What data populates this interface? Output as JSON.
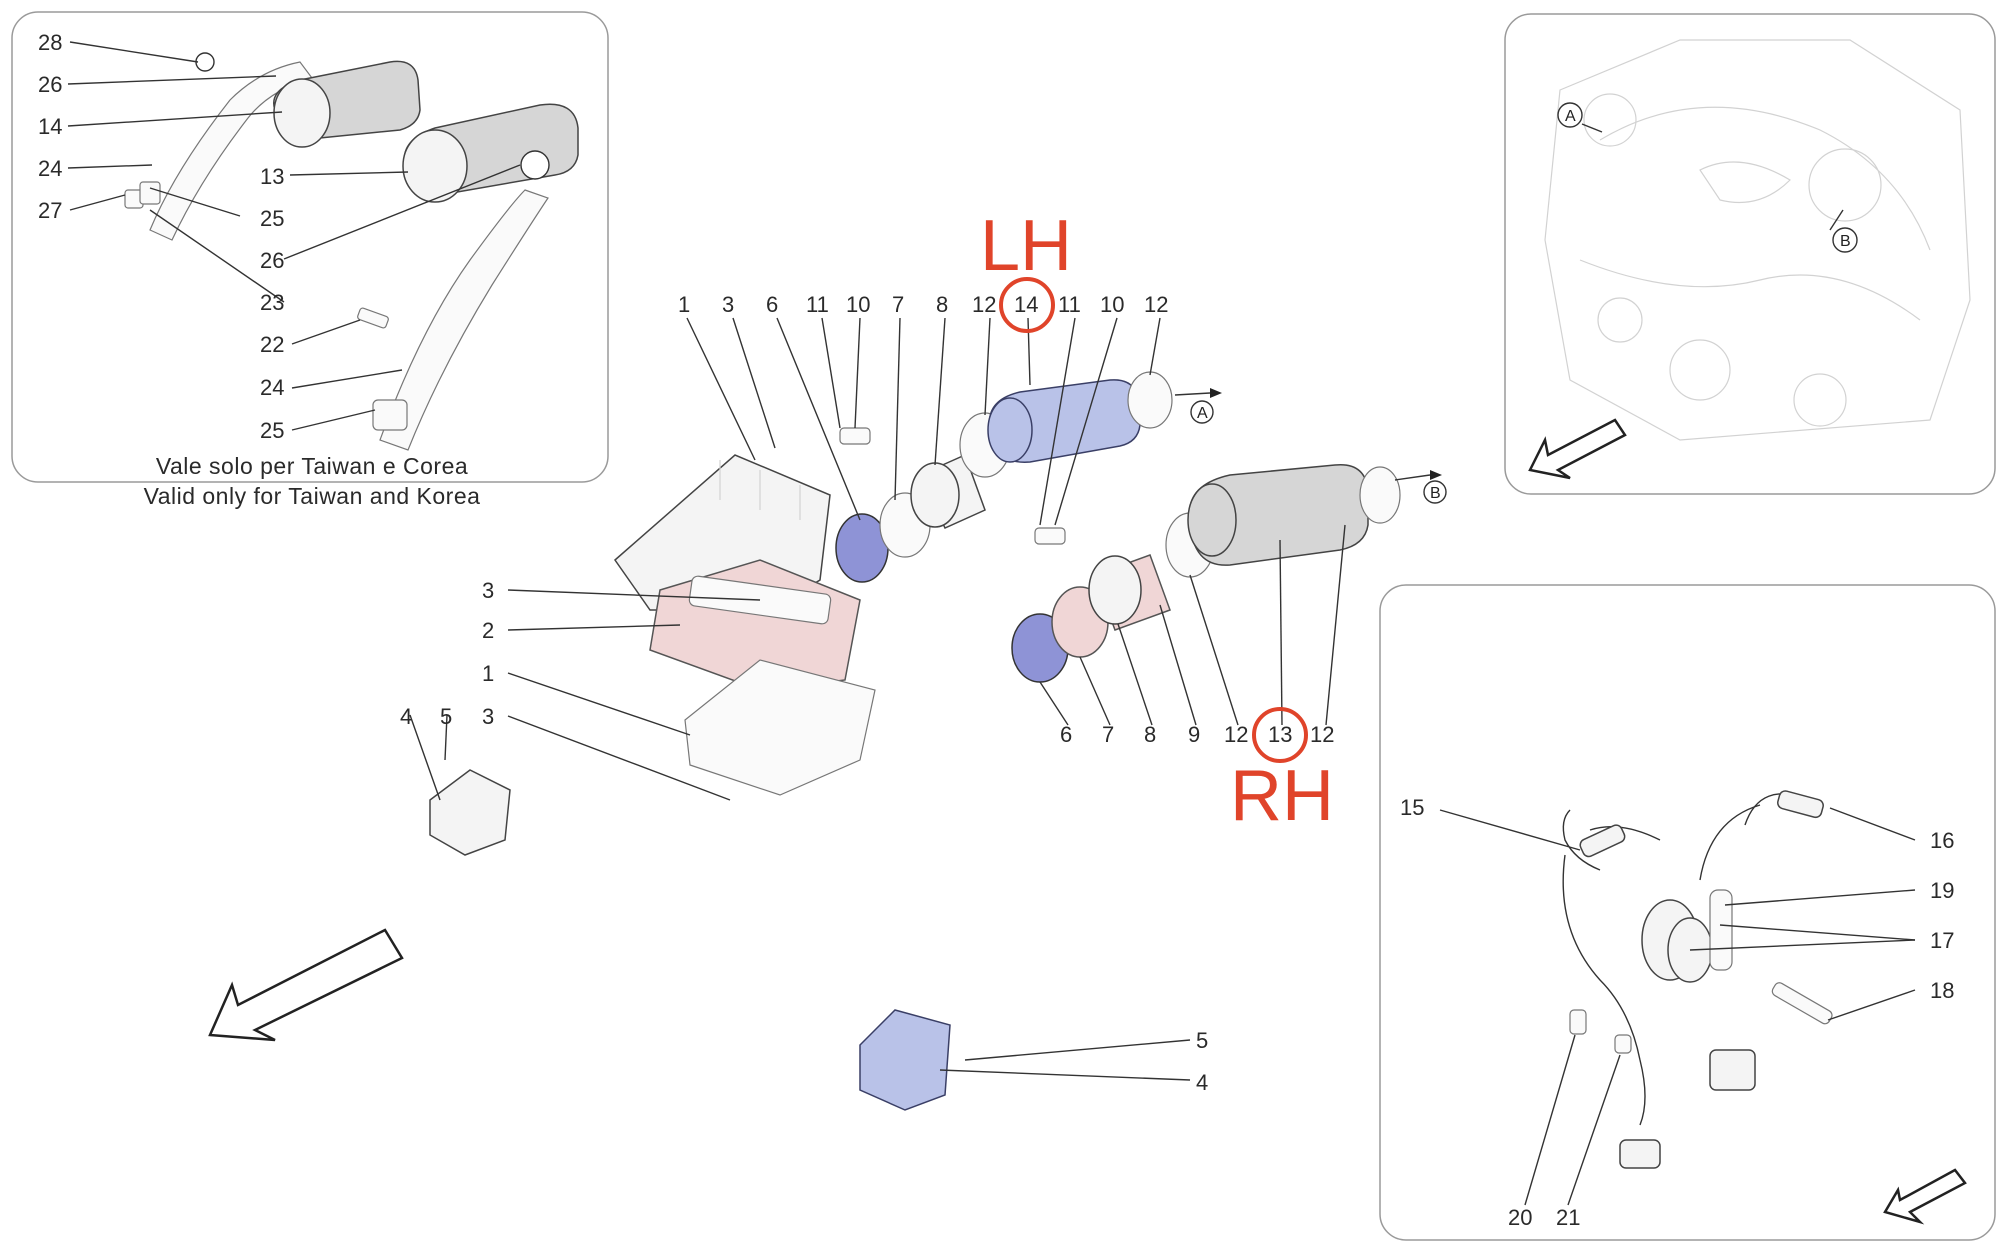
{
  "callouts_top_left": [
    "28",
    "26",
    "14",
    "24",
    "13",
    "27",
    "25",
    "26",
    "23",
    "22",
    "24",
    "25"
  ],
  "caption": {
    "line1": "Vale solo per Taiwan e Corea",
    "line2": "Valid only for Taiwan and Korea"
  },
  "labels": {
    "lh": "LH",
    "rh": "RH"
  },
  "top_row": [
    "1",
    "3",
    "6",
    "11",
    "10",
    "7",
    "8",
    "12",
    "14",
    "11",
    "10",
    "12"
  ],
  "rh_row": [
    "6",
    "7",
    "8",
    "9",
    "12",
    "13",
    "12"
  ],
  "left_group": [
    "3",
    "2",
    "1",
    "3",
    "4",
    "5"
  ],
  "bottom_group": [
    "5",
    "4"
  ],
  "right_panel": [
    "15",
    "16",
    "19",
    "17",
    "18",
    "20",
    "21"
  ],
  "arrows": {
    "a": "A",
    "b": "B"
  },
  "colors": {
    "highlight": "#e0442a",
    "filter_blue": "#8e93d6",
    "duct_blue": "#b9c2e8"
  }
}
